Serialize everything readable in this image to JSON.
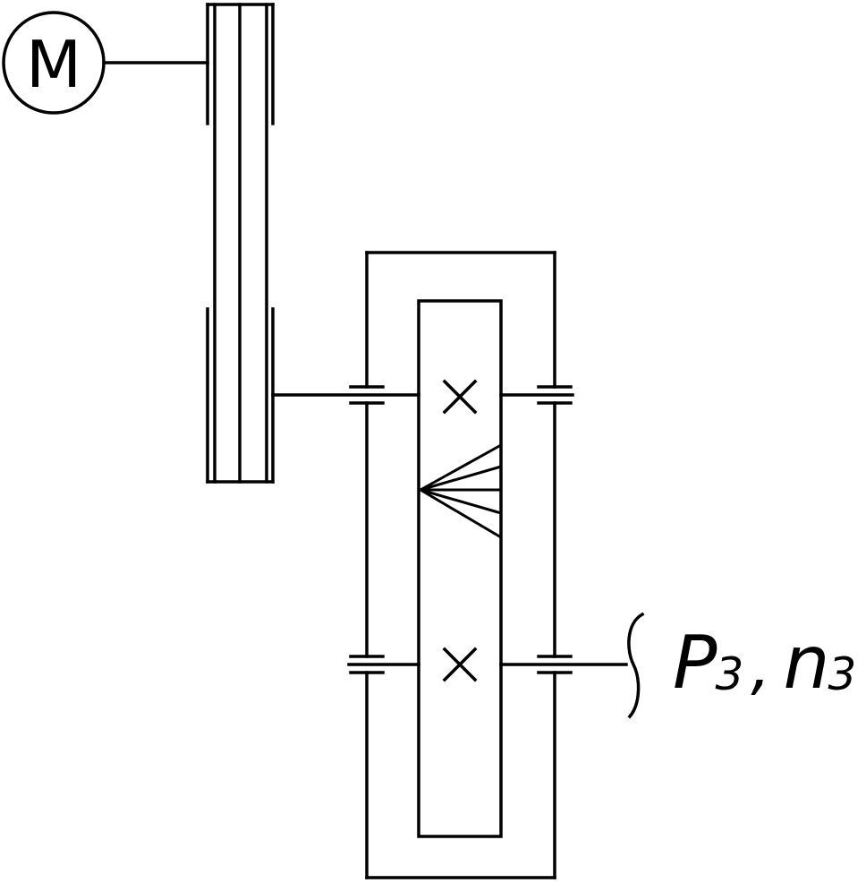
{
  "motor": {
    "label": "M"
  },
  "output": {
    "power_symbol": "P",
    "power_index": "3",
    "separator": ",",
    "speed_symbol": "n",
    "speed_index": "3"
  }
}
